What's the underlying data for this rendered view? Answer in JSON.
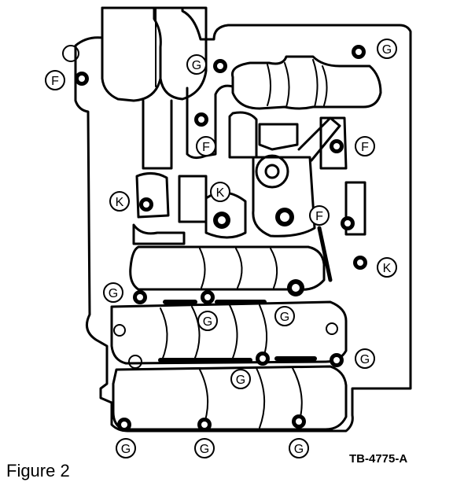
{
  "figure": {
    "caption": "Figure 2",
    "code": "TB-4775-A"
  },
  "callouts": [
    {
      "id": "f1",
      "letter": "F"
    },
    {
      "id": "g1",
      "letter": "G"
    },
    {
      "id": "g2",
      "letter": "G"
    },
    {
      "id": "f2",
      "letter": "F"
    },
    {
      "id": "f3",
      "letter": "F"
    },
    {
      "id": "k1",
      "letter": "K"
    },
    {
      "id": "k2",
      "letter": "K"
    },
    {
      "id": "f4",
      "letter": "F"
    },
    {
      "id": "k3",
      "letter": "K"
    },
    {
      "id": "g3",
      "letter": "G"
    },
    {
      "id": "g4",
      "letter": "G"
    },
    {
      "id": "g5",
      "letter": "G"
    },
    {
      "id": "g6",
      "letter": "G"
    },
    {
      "id": "g7",
      "letter": "G"
    },
    {
      "id": "g8",
      "letter": "G"
    },
    {
      "id": "g9",
      "letter": "G"
    },
    {
      "id": "g10",
      "letter": "G"
    }
  ]
}
